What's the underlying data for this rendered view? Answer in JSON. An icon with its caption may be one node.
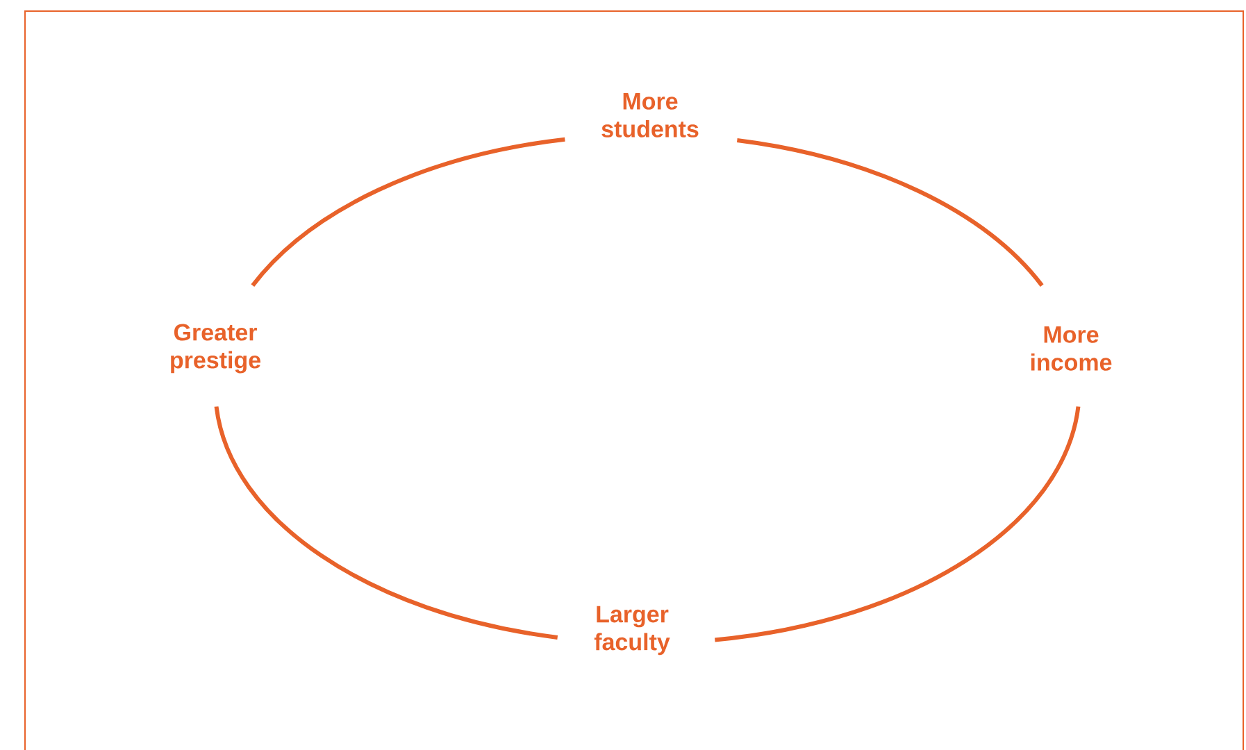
{
  "diagram": {
    "nodes": [
      {
        "text": [
          "More students"
        ]
      },
      {
        "text": [
          "More income"
        ]
      },
      {
        "text": [
          "Larger faculty"
        ]
      },
      {
        "text": [
          "Greater prestige"
        ]
      }
    ],
    "edges": [
      {
        "from": 0,
        "to": 1,
        "arrow": "none"
      },
      {
        "from": 1,
        "to": 2,
        "arrow": "none"
      },
      {
        "from": 2,
        "to": 3,
        "arrow": "none"
      },
      {
        "from": 3,
        "to": 0,
        "arrow": "none"
      }
    ]
  }
}
